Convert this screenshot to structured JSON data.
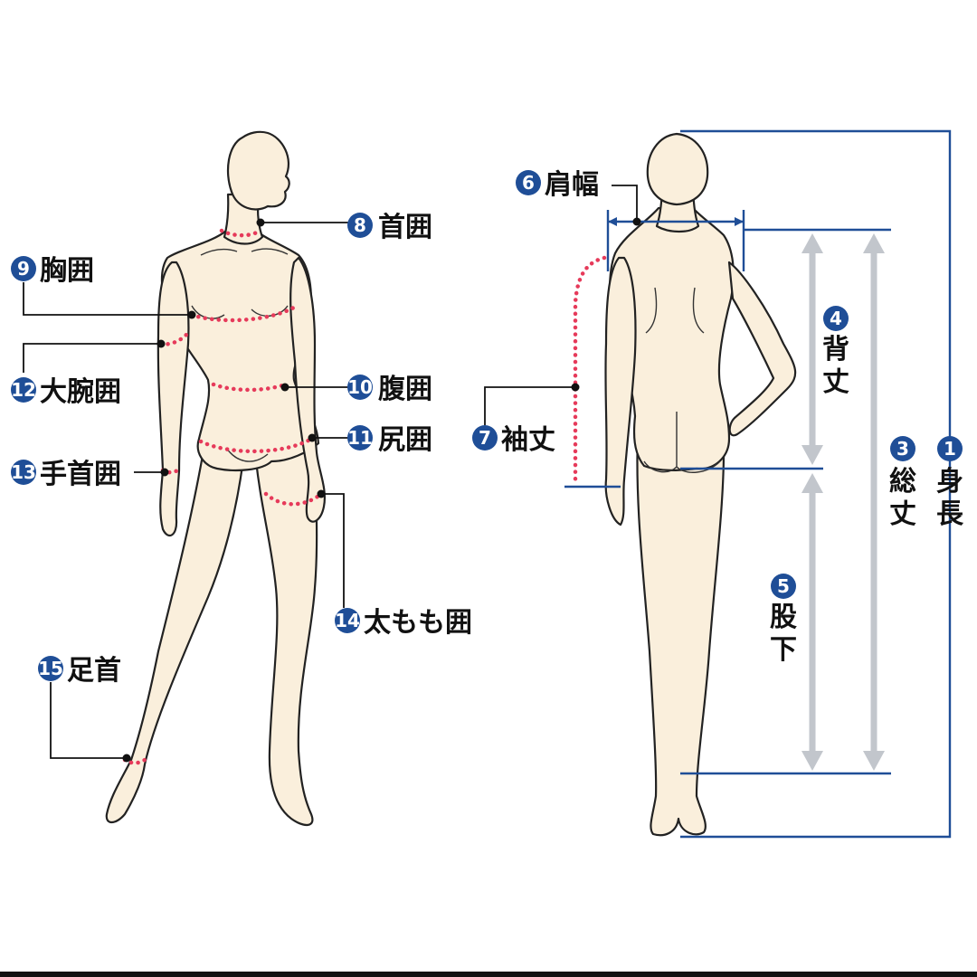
{
  "colors": {
    "skin": "#faefdc",
    "measure_dots": "#e63a5a",
    "accent_blue": "#1f4e97",
    "arrow_grey": "#c2c6cc",
    "marker_fill": "#1f4e97"
  },
  "measurements": [
    {
      "num": "1",
      "label": "身長"
    },
    {
      "num": "3",
      "label": "総丈"
    },
    {
      "num": "4",
      "label": "背丈"
    },
    {
      "num": "5",
      "label": "股下"
    },
    {
      "num": "6",
      "label": "肩幅"
    },
    {
      "num": "7",
      "label": "袖丈"
    },
    {
      "num": "8",
      "label": "首囲"
    },
    {
      "num": "9",
      "label": "胸囲"
    },
    {
      "num": "10",
      "label": "腹囲"
    },
    {
      "num": "11",
      "label": "尻囲"
    },
    {
      "num": "12",
      "label": "大腕囲"
    },
    {
      "num": "13",
      "label": "手首囲"
    },
    {
      "num": "14",
      "label": "太もも囲"
    },
    {
      "num": "15",
      "label": "足首"
    }
  ],
  "vertical_labels": {
    "m1": [
      "身",
      "長"
    ],
    "m3": [
      "総",
      "丈"
    ],
    "m4": [
      "背",
      "丈"
    ],
    "m5": [
      "股",
      "下"
    ]
  }
}
